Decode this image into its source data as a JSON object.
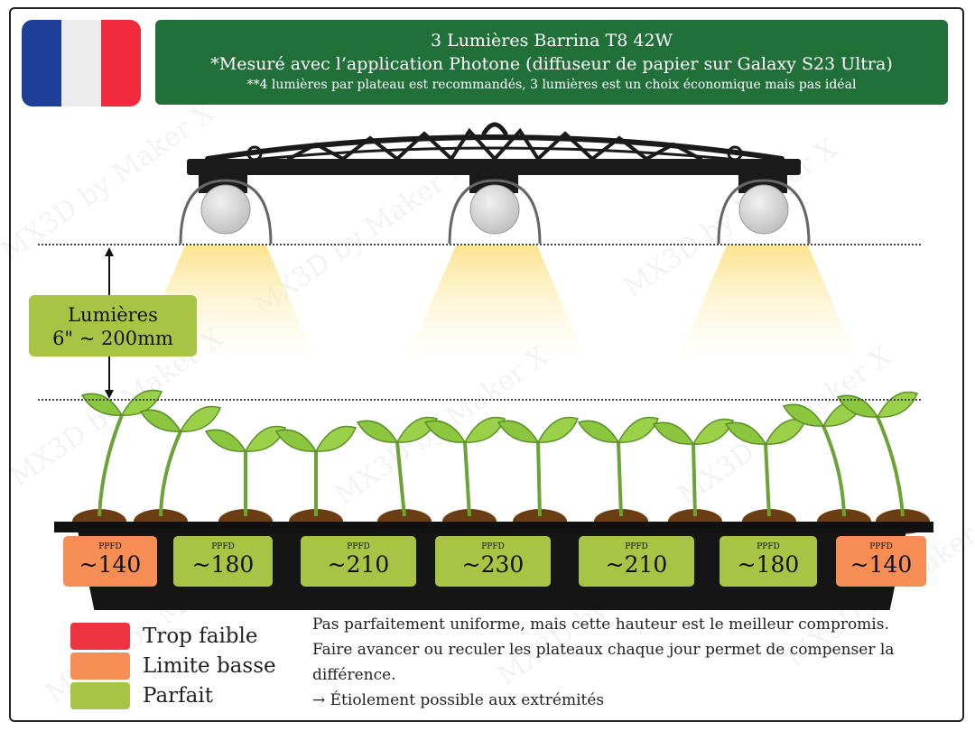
{
  "banner": {
    "line1": "3 Lumières Barrina T8 42W",
    "line2": "*Mesuré avec l’application Photone (diffuseur de papier sur Galaxy S23 Ultra)",
    "line3": "**4 lumières par plateau est recommandés, 3 lumières est un choix économique mais pas idéal"
  },
  "flag_colors": [
    "#1e3f97",
    "#ececec",
    "#ee2a3c"
  ],
  "height_label": {
    "line1": "Lumières",
    "line2": "6\" ~ 200mm"
  },
  "ppfd_key": "PPFD",
  "ppfd": [
    {
      "value": "~140",
      "level": "low"
    },
    {
      "value": "~180",
      "level": "good"
    },
    {
      "value": "~210",
      "level": "good"
    },
    {
      "value": "~230",
      "level": "good"
    },
    {
      "value": "~210",
      "level": "good"
    },
    {
      "value": "~180",
      "level": "good"
    },
    {
      "value": "~140",
      "level": "low"
    }
  ],
  "legend": [
    {
      "label": "Trop faible",
      "color": "#ee3440"
    },
    {
      "label": "Limite basse",
      "color": "#f68d55"
    },
    {
      "label": "Parfait",
      "color": "#a9c444"
    }
  ],
  "notes": {
    "line1": "Pas parfaitement uniforme, mais cette hauteur est le meilleur compromis.",
    "line2": "Faire avancer ou reculer les plateaux chaque jour permet de compenser la différence.",
    "line3": "→ Étiolement possible aux extrémités"
  },
  "watermark": "MX3D by Maker X",
  "colors": {
    "good": "#a9c444",
    "low": "#f68d55",
    "weak": "#ee3440",
    "banner": "#21703a"
  }
}
